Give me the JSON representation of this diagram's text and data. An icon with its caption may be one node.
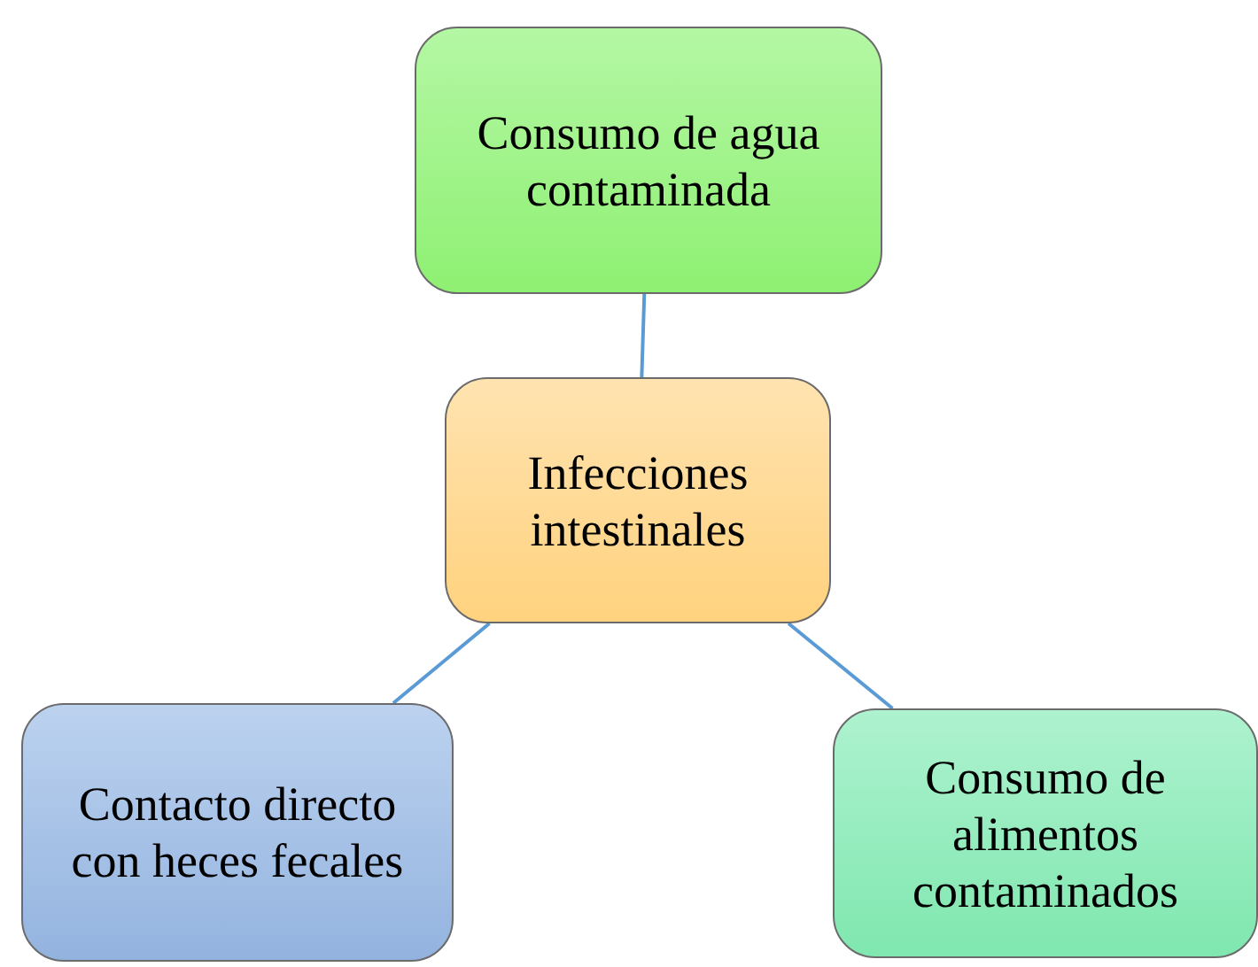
{
  "diagram": {
    "nodes": [
      {
        "text": [
          "Consumo de agua contaminada"
        ]
      },
      {
        "text": [
          "Infecciones intestinales"
        ]
      },
      {
        "text": [
          "Contacto directo con heces fecales"
        ]
      },
      {
        "text": [
          "Consumo de alimentos contaminados"
        ]
      }
    ],
    "edges": [
      {
        "from": 1,
        "to": 0,
        "arrow": "none"
      },
      {
        "from": 1,
        "to": 2,
        "arrow": "none"
      },
      {
        "from": 1,
        "to": 3,
        "arrow": "none"
      }
    ]
  }
}
